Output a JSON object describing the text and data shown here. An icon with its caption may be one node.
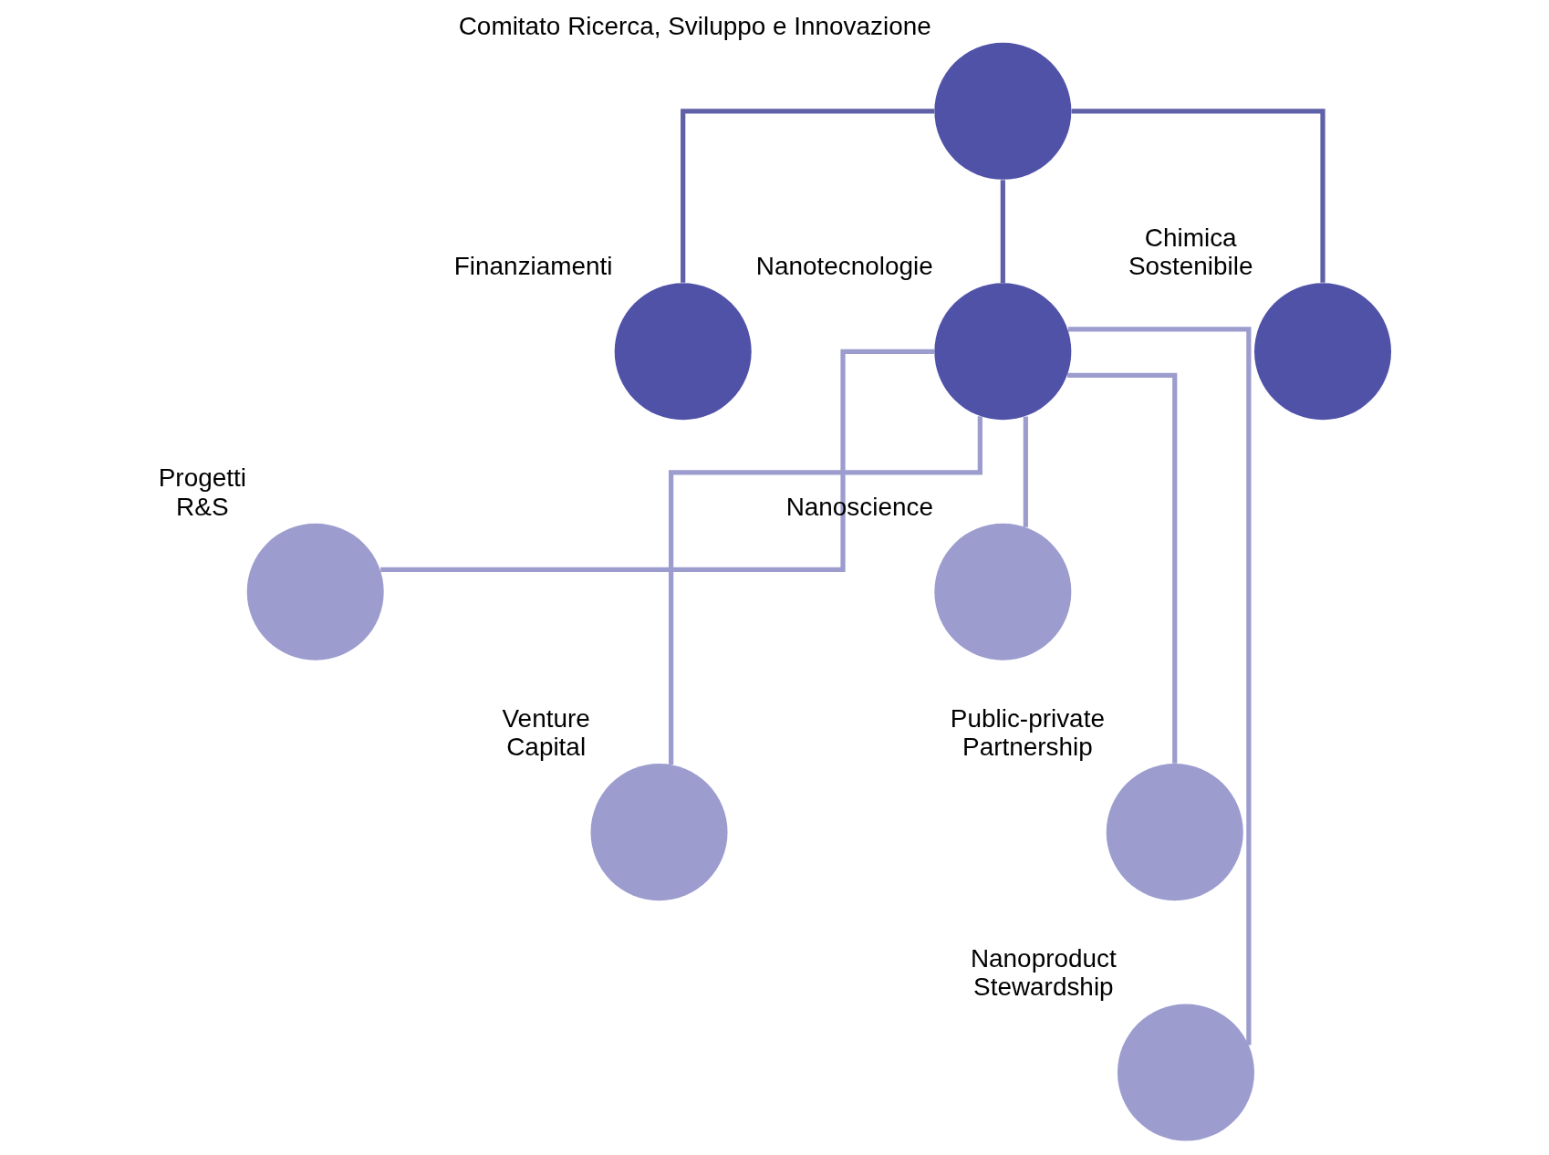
{
  "diagram": {
    "nodes": [
      {
        "text": [],
        "shape": "circle",
        "beside": [
          "Comitato Ricerca, Sviluppo e Innovazione"
        ]
      },
      {
        "text": [],
        "shape": "circle",
        "beside": [
          "Finanziamenti"
        ]
      },
      {
        "text": [],
        "shape": "circle",
        "beside": [
          "Nanotecnologie"
        ]
      },
      {
        "text": [],
        "shape": "circle",
        "beside": [
          "Chimica Sostenibile"
        ]
      },
      {
        "text": [],
        "shape": "circle",
        "beside": [
          "Progetti R&S"
        ]
      },
      {
        "text": [],
        "shape": "circle",
        "beside": [
          "Nanoscience"
        ]
      },
      {
        "text": [],
        "shape": "circle",
        "beside": [
          "Venture Capital"
        ]
      },
      {
        "text": [],
        "shape": "circle",
        "beside": [
          "Public-private Partnership"
        ]
      },
      {
        "text": [],
        "shape": "circle",
        "beside": [
          "Nanoproduct Stewardship"
        ]
      }
    ],
    "edges": [
      {
        "from": 0,
        "to": 1,
        "arrow": "none",
        "color": "#5f61a8"
      },
      {
        "from": 0,
        "to": 2,
        "arrow": "none",
        "color": "#5f61a8"
      },
      {
        "from": 0,
        "to": 3,
        "arrow": "none",
        "color": "#5f61a8"
      },
      {
        "from": 2,
        "to": 4,
        "arrow": "none"
      },
      {
        "from": 2,
        "to": 5,
        "arrow": "none"
      },
      {
        "from": 2,
        "to": 6,
        "arrow": "none"
      },
      {
        "from": 2,
        "to": 7,
        "arrow": "none"
      },
      {
        "from": 2,
        "to": 8,
        "arrow": "none"
      }
    ]
  }
}
